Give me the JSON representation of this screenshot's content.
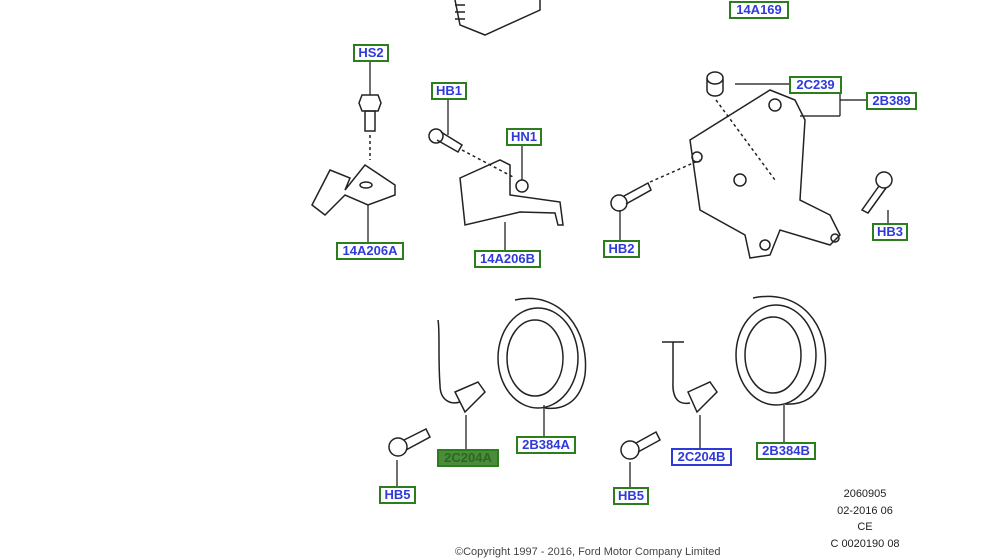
{
  "callouts": {
    "c14A169": "14A169",
    "HS2": "HS2",
    "HB1": "HB1",
    "HN1": "HN1",
    "c14A206A": "14A206A",
    "c14A206B": "14A206B",
    "c2C239": "2C239",
    "c2B389": "2B389",
    "HB2": "HB2",
    "HB3": "HB3",
    "HB5a": "HB5",
    "c2C204A": "2C204A",
    "c2B384A": "2B384A",
    "c2C204B": "2C204B",
    "HB5b": "HB5",
    "c2B384B": "2B384B"
  },
  "footer": {
    "line1": "2060905",
    "line2": "02-2016 06",
    "line3": "CE",
    "line4": "C 0020190 08",
    "copyright": "©Copyright 1997 - 2016, Ford Motor Company Limited"
  },
  "colors": {
    "label_border": "#2b7d1e",
    "label_text": "#2f3ad8",
    "selected_fill": "#4b8c3a"
  }
}
